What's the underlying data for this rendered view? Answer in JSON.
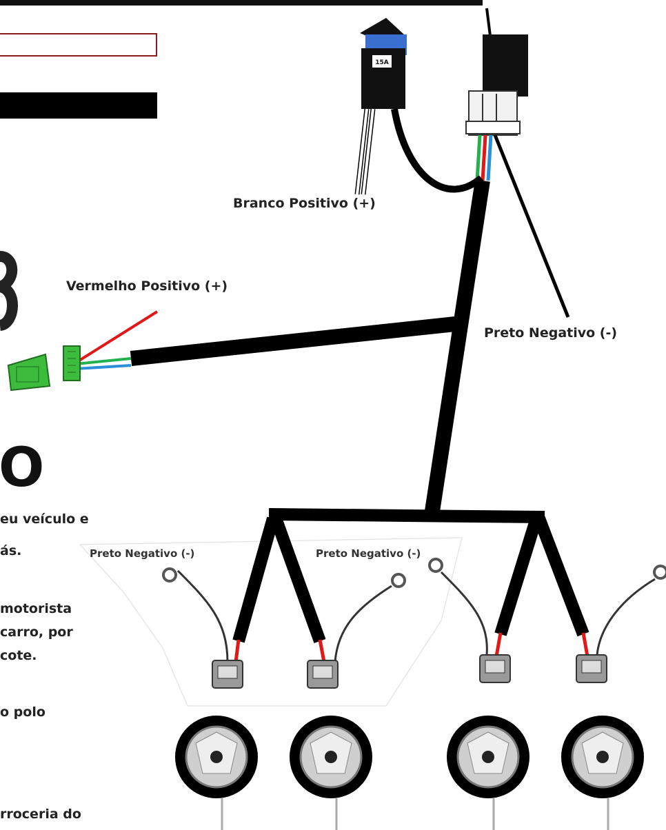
{
  "labels": {
    "branco": "Branco Positivo (+)",
    "vermelho": "Vermelho Positivo (+)",
    "preto_main": "Preto Negativo (-)",
    "preto_left": "Preto Negativo (-)",
    "preto_mid": "Preto Negativo (-)"
  },
  "fuse": {
    "rating": "15A"
  },
  "heading_fragment": "O",
  "text_fragments": [
    "eu veículo e",
    "ás.",
    "motorista",
    "carro, por",
    "cote.",
    "o polo",
    "rroceria do"
  ],
  "colors": {
    "wire_red": "#e01818",
    "wire_green": "#22b14c",
    "wire_blue": "#2a8fd6",
    "connector_green": "#3dbb3d",
    "fuse_blue": "#3a6fd0"
  }
}
